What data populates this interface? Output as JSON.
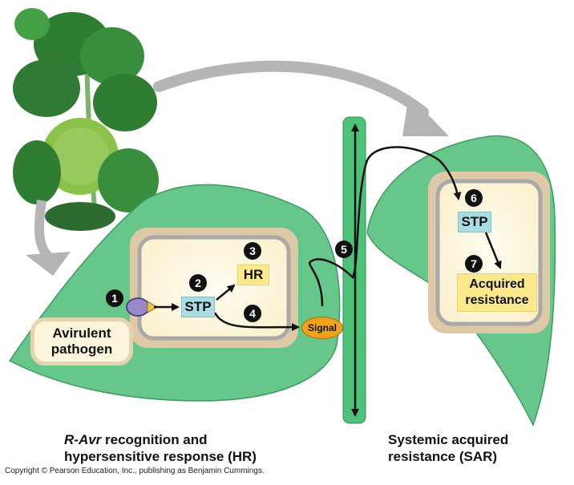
{
  "colors": {
    "leaf": "#67c78a",
    "leaf_dark": "#3e9b63",
    "cell_wall": "#ddc9a6",
    "membrane": "#a9a9a9",
    "cytoplasm": "#fdf8e2",
    "stp_box": "#a9dde3",
    "yellow_box": "#fbe98c",
    "signal": "#f1a21a",
    "gray_arrow": "#b5b5b5",
    "stem": "#4fc27a"
  },
  "icons": [
    "plant-photo",
    "pathogen-icon",
    "curved-gray-arrow",
    "double-headed-arrow"
  ],
  "hr_side": {
    "pathogen_label": "Avirulent pathogen",
    "stp_label": "STP",
    "hr_label": "HR",
    "signal_label": "Signal",
    "steps": [
      "1",
      "2",
      "3",
      "4"
    ],
    "caption_italic": "R-Avr",
    "caption_rest_line1": " recognition and",
    "caption_line2": "hypersensitive response (HR)"
  },
  "stem": {
    "step": "5"
  },
  "sar_side": {
    "stp_label": "STP",
    "acquired_label": "Acquired resistance",
    "steps": [
      "6",
      "7"
    ],
    "caption_line1": "Systemic acquired",
    "caption_line2": "resistance (SAR)"
  },
  "copyright": "Copyright © Pearson Education, Inc., publishing as Benjamin Cummings."
}
